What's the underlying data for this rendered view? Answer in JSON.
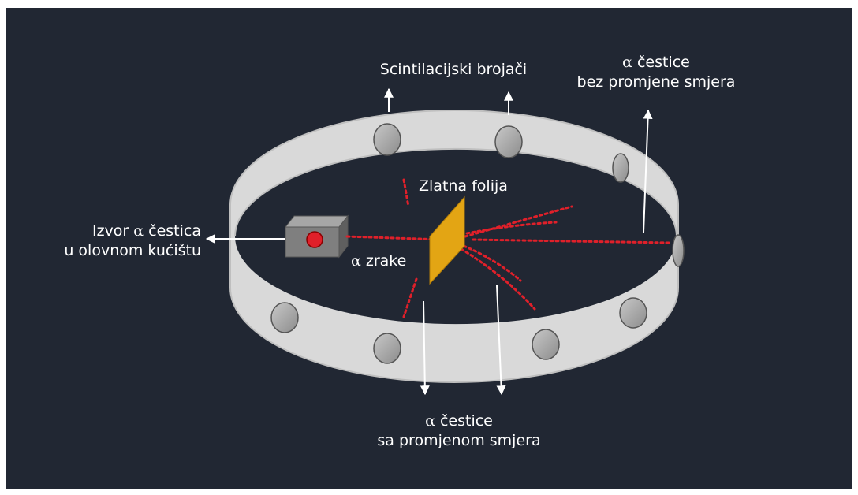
{
  "labels": {
    "counters": "Scintilacijski brojači",
    "undeflected_symbol": "α",
    "undeflected_line1": "čestice",
    "undeflected_line2": "bez promjene smjera",
    "foil": "Zlatna folija",
    "source_line1_text": "Izvor",
    "source_line1_symbol": "α",
    "source_line1_end": "čestica",
    "source_line2": "u olovnom kućištu",
    "rays_symbol": "α",
    "rays_text": "zrake",
    "deflected_symbol": "α",
    "deflected_line1": "čestice",
    "deflected_line2": "sa promjenom smjera"
  },
  "colors": {
    "background": "#212733",
    "ring": "#d9d9d9",
    "ring_edge": "#bfbfbf",
    "counter": "#a6a6a6",
    "particles": "#e0202a",
    "foil": "#e3a514",
    "box": "#7f7f7f",
    "text": "#ffffff"
  }
}
